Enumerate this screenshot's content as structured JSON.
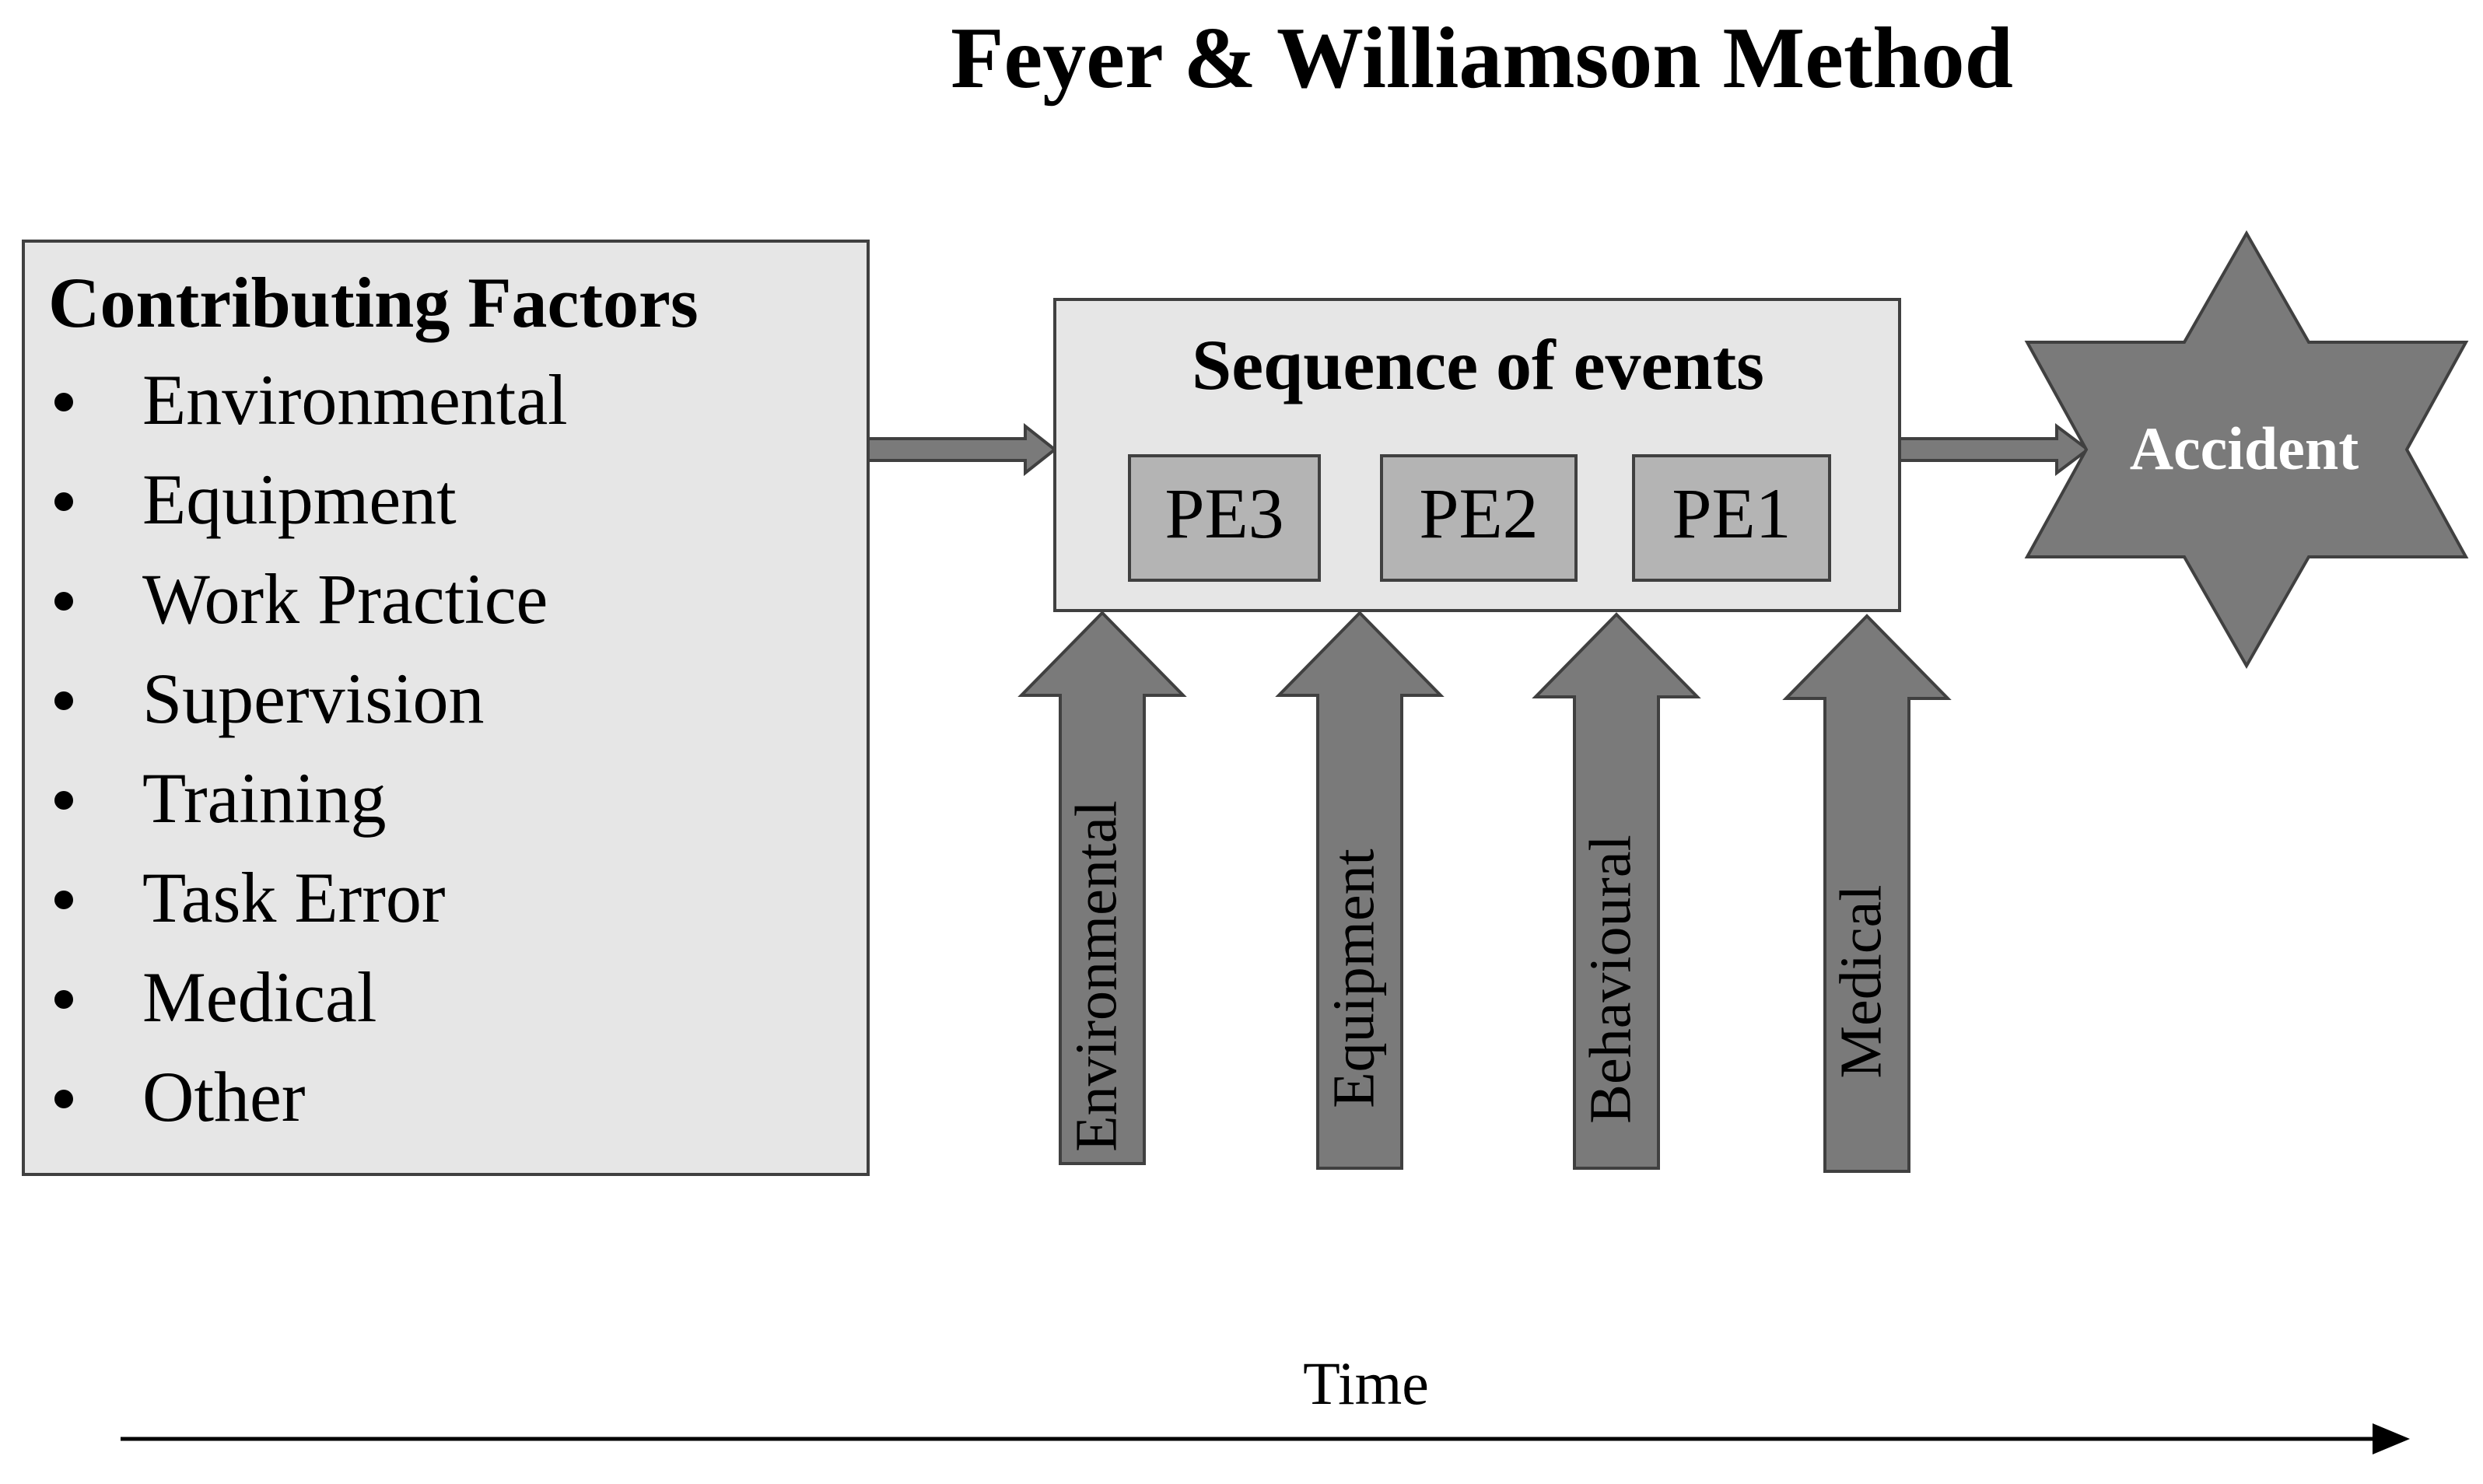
{
  "title": "Feyer & Williamson Method",
  "contributing_factors": {
    "heading": "Contributing Factors",
    "items": [
      "Environmental",
      "Equipment",
      "Work Practice",
      "Supervision",
      "Training",
      "Task Error",
      "Medical",
      "Other"
    ]
  },
  "sequence": {
    "heading": "Sequence of events",
    "events": [
      "PE3",
      "PE2",
      "PE1"
    ]
  },
  "influences": [
    "Environmental",
    "Equipment",
    "Behavioural",
    "Medical"
  ],
  "outcome": "Accident",
  "time_label": "Time",
  "colors": {
    "box_fill": "#e6e6e6",
    "event_fill": "#b4b4b4",
    "arrow_fill": "#7a7a7a",
    "outline": "#404040",
    "text": "#000000",
    "outcome_text": "#ffffff"
  }
}
